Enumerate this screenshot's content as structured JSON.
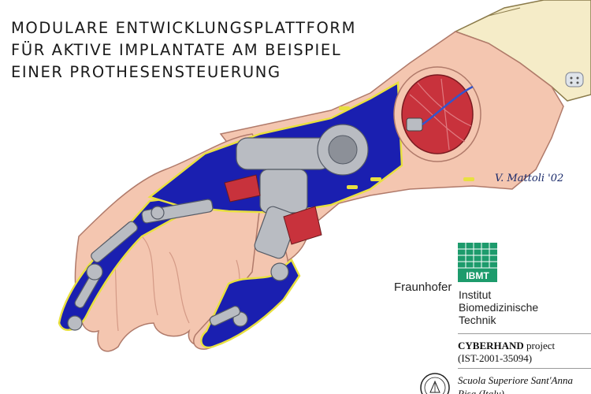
{
  "title_lines": [
    "MODULARE ENTWICKLUNGSPLATTFORM",
    "FÜR AKTIVE IMPLANTATE AM BEISPIEL",
    "EINER PROTHESENSTEUERUNG"
  ],
  "signature": "V. Mattoli '02",
  "fraunhofer": "Fraunhofer",
  "ibmt_logo_text": "IBMT",
  "institute_lines": [
    "Institut",
    "Biomedizinische",
    "Technik"
  ],
  "project": {
    "name": "CYBERHAND",
    "suffix": " project",
    "code": "(IST-2001-35094)"
  },
  "school_lines": [
    "Scuola Superiore Sant'Anna",
    "Pisa (Italy)"
  ],
  "colors": {
    "skin": "#f4c6b0",
    "skin_outline": "#b07a6a",
    "frame_blue": "#1a1fb0",
    "frame_yellow": "#e8e040",
    "muscle_red": "#c8323c",
    "metal_grey": "#b9bcc2",
    "sleeve": "#f5ecc8",
    "ibmt_green": "#1d9b6c"
  },
  "icons": [
    "ibmt-logo-icon",
    "sssa-seal-icon",
    "sleeve-button-icon"
  ]
}
